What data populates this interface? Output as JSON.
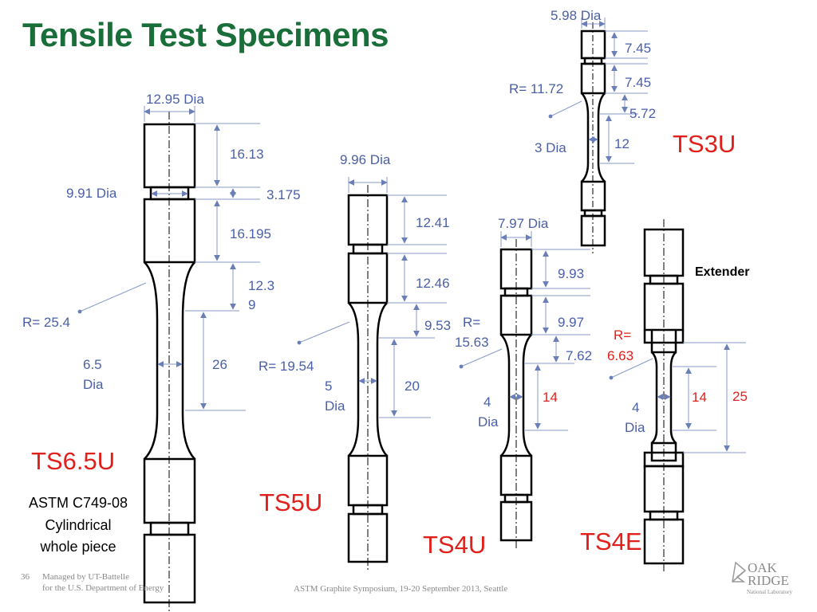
{
  "title": "Tensile Test Specimens",
  "specimens": {
    "ts65u": {
      "name": "TS6.5U",
      "dims": [
        "12.95 Dia",
        "16.13",
        "9.91 Dia",
        "3.175",
        "16.195",
        "12.3",
        "9",
        "R= 25.4",
        "6.5",
        "Dia",
        "26"
      ],
      "desc": [
        "ASTM C749-08",
        "Cylindrical",
        "whole piece"
      ]
    },
    "ts5u": {
      "name": "TS5U",
      "dims": [
        "9.96 Dia",
        "12.41",
        "12.46",
        "9.53",
        "R= 19.54",
        "5",
        "Dia",
        "20"
      ]
    },
    "ts4u": {
      "name": "TS4U",
      "dims": [
        "7.97 Dia",
        "9.93",
        "9.97",
        "R=",
        "15.63",
        "7.62",
        "4",
        "Dia",
        "14"
      ]
    },
    "ts3u": {
      "name": "TS3U",
      "dims": [
        "5.98 Dia",
        "7.45",
        "7.45",
        "R= 11.72",
        "5.72",
        "3 Dia",
        "12"
      ]
    },
    "ts4e": {
      "name": "TS4E",
      "extender": "Extender",
      "dims": [
        "R=",
        "6.63",
        "4",
        "Dia",
        "14",
        "25"
      ]
    }
  },
  "footer": {
    "page": "36",
    "line1": "Managed by UT-Battelle",
    "line2": "for the U.S. Department of Energy",
    "center": "ASTM Graphite Symposium, 19-20 September 2013, Seattle",
    "logo1": "OAK",
    "logo2": "RIDGE",
    "logo3": "National Laboratory"
  },
  "colors": {
    "title": "#1a6e3a",
    "dimension": "#4a5fa8",
    "label": "#e0201b"
  }
}
